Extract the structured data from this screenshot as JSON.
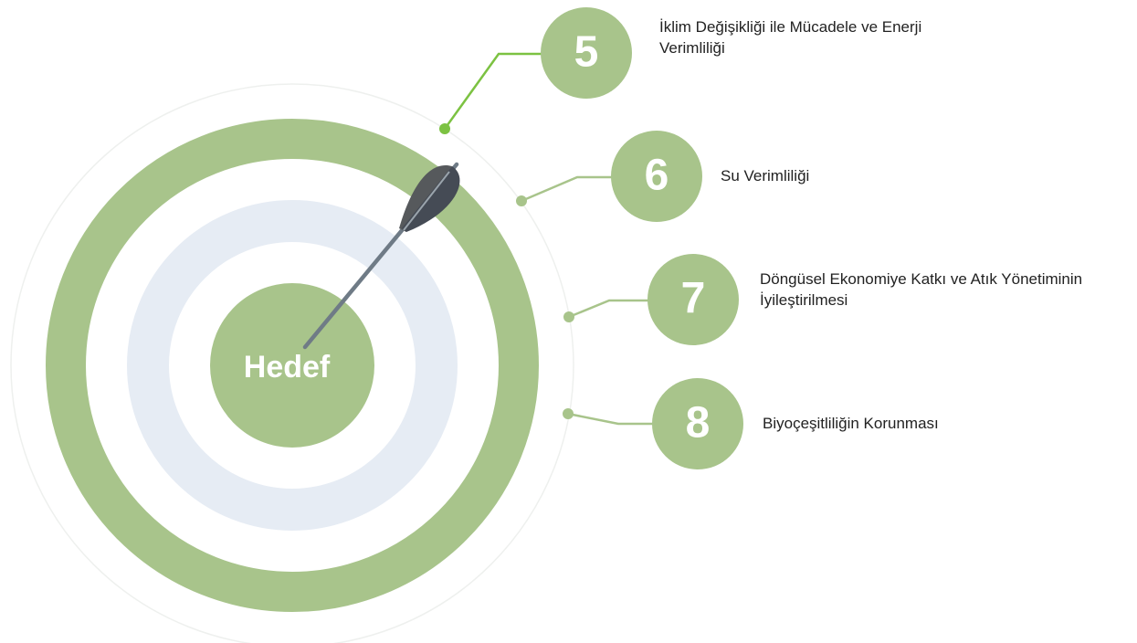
{
  "center_label": "Hedef",
  "colors": {
    "green": "#a8c48b",
    "bright_green": "#7cc242",
    "pale_blue": "#e6ecf4",
    "text": "#222222"
  },
  "goals": [
    {
      "number": "5",
      "label": "İklim Değişikliği ile Mücadele ve Enerji Verimliliği"
    },
    {
      "number": "6",
      "label": "Su Verimliliği"
    },
    {
      "number": "7",
      "label": "Döngüsel Ekonomiye Katkı ve Atık Yönetiminin İyileştirilmesi"
    },
    {
      "number": "8",
      "label": "Biyoçeşitliliğin Korunması"
    }
  ]
}
